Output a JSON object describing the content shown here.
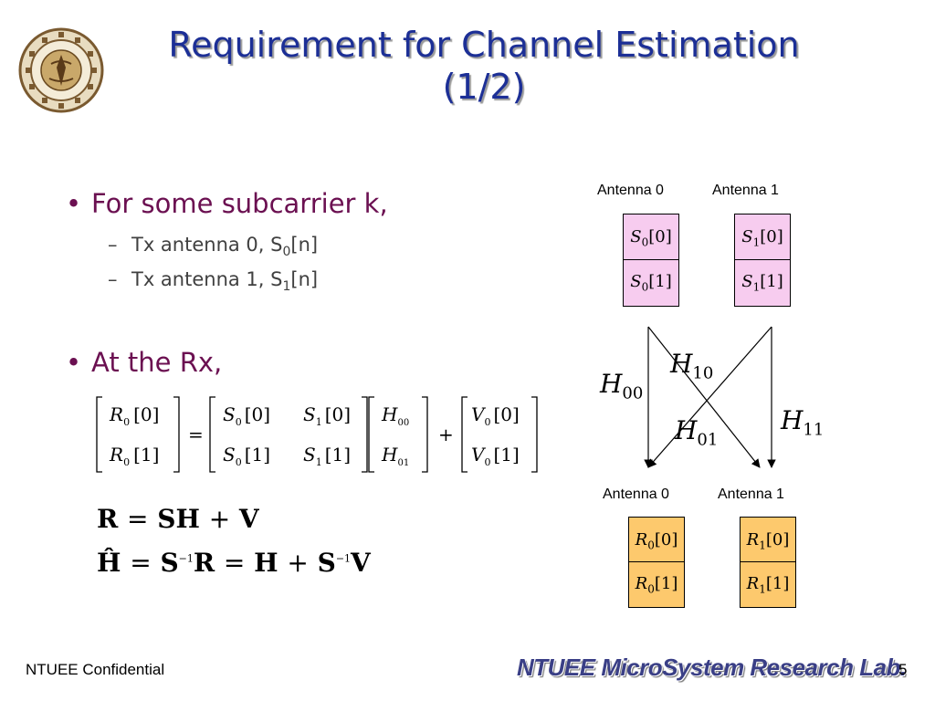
{
  "title": {
    "line1": "Requirement for Channel Estimation",
    "line2": "(1/2)"
  },
  "logo": {
    "icon": "university-seal-icon",
    "color": "#8a6a3a"
  },
  "bullets": [
    {
      "text": "For some subcarrier k,"
    },
    {
      "text": "At the Rx,"
    }
  ],
  "sub_bullets": [
    {
      "prefix": "Tx antenna 0, S",
      "sub": "0",
      "suffix": "[n]"
    },
    {
      "prefix": "Tx antenna 1, S",
      "sub": "1",
      "suffix": "[n]"
    }
  ],
  "tx": {
    "antennas": [
      {
        "label": "Antenna 0",
        "sym": "S",
        "sub": "0",
        "cells": [
          "[0]",
          "[1]"
        ]
      },
      {
        "label": "Antenna 1",
        "sym": "S",
        "sub": "1",
        "cells": [
          "[0]",
          "[1]"
        ]
      }
    ],
    "fill": "#f7ccef"
  },
  "rx": {
    "antennas": [
      {
        "label": "Antenna 0",
        "sym": "R",
        "sub": "0",
        "cells": [
          "[0]",
          "[1]"
        ]
      },
      {
        "label": "Antenna 1",
        "sym": "R",
        "sub": "1",
        "cells": [
          "[0]",
          "[1]"
        ]
      }
    ],
    "fill": "#fdc96d"
  },
  "channels": [
    {
      "sym": "H",
      "sub": "00"
    },
    {
      "sym": "H",
      "sub": "10"
    },
    {
      "sym": "H",
      "sub": "01"
    },
    {
      "sym": "H",
      "sub": "11"
    }
  ],
  "equations": {
    "matrix": {
      "r": [
        [
          "R",
          "0",
          "[0]"
        ],
        [
          "R",
          "0",
          "[1]"
        ]
      ],
      "s": [
        [
          "S",
          "0",
          "[0]",
          "S",
          "1",
          "[0]"
        ],
        [
          "S",
          "0",
          "[1]",
          "S",
          "1",
          "[1]"
        ]
      ],
      "h": [
        [
          "H",
          "00"
        ],
        [
          "H",
          "01"
        ]
      ],
      "v": [
        [
          "V",
          "0",
          "[0]"
        ],
        [
          "V",
          "0",
          "[1]"
        ]
      ],
      "eq": "=",
      "plus": "+"
    },
    "eq1": {
      "lhs": "R",
      "eq": "=",
      "rhs": "SH",
      "plus": "+",
      "last": "V"
    },
    "eq2": {
      "lhs": "Ĥ",
      "eq": "=",
      "s": "S",
      "inv": "−1",
      "r": "R",
      "eq2": "=",
      "h": "H",
      "plus": "+",
      "s2": "S",
      "inv2": "−1",
      "v": "V"
    }
  },
  "footer": {
    "left": "NTUEE Confidential",
    "lab": "NTUEE MicroSystem Research Lab.",
    "page": "5"
  },
  "colors": {
    "title": "#1c2f96",
    "bullet": "#6b1051",
    "sub_bullet": "#404040"
  }
}
